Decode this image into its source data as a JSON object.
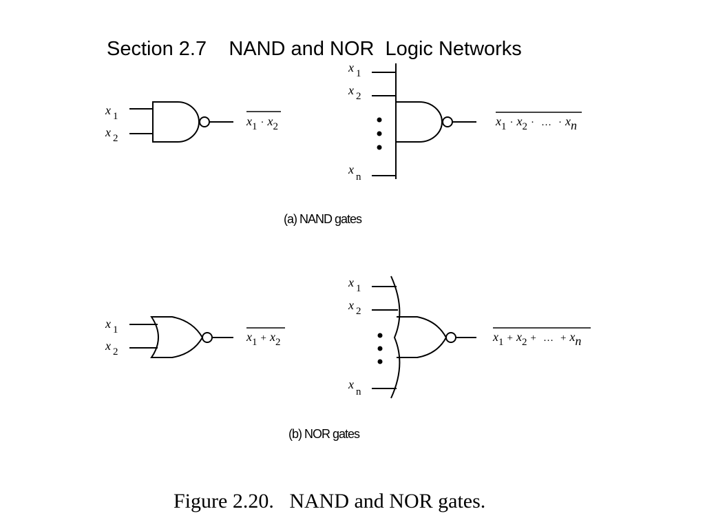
{
  "title": "Section 2.7    NAND and NOR  Logic Networks",
  "caption": "Figure 2.20.   NAND and NOR gates.",
  "nand": {
    "subcaption": "(a) NAND gates",
    "two_input": {
      "inputs": [
        {
          "v": "x",
          "i": "1"
        },
        {
          "v": "x",
          "i": "2"
        }
      ],
      "output": [
        {
          "t": "v",
          "s": "x"
        },
        {
          "t": "i",
          "s": "1"
        },
        {
          "t": "o",
          "s": "·"
        },
        {
          "t": "v",
          "s": "x"
        },
        {
          "t": "i",
          "s": "2"
        }
      ]
    },
    "n_input": {
      "inputs": [
        {
          "v": "x",
          "i": "1"
        },
        {
          "v": "x",
          "i": "2"
        },
        {
          "v": "x",
          "i": "n"
        }
      ],
      "output": [
        {
          "t": "v",
          "s": "x"
        },
        {
          "t": "i",
          "s": "1"
        },
        {
          "t": "o",
          "s": "·"
        },
        {
          "t": "v",
          "s": "x"
        },
        {
          "t": "i",
          "s": "2"
        },
        {
          "t": "o",
          "s": "·"
        },
        {
          "t": "o",
          "s": "…"
        },
        {
          "t": "o",
          "s": "·"
        },
        {
          "t": "v",
          "s": "x"
        },
        {
          "t": "n",
          "s": "n"
        }
      ]
    }
  },
  "nor": {
    "subcaption": "(b) NOR gates",
    "two_input": {
      "inputs": [
        {
          "v": "x",
          "i": "1"
        },
        {
          "v": "x",
          "i": "2"
        }
      ],
      "output": [
        {
          "t": "v",
          "s": "x"
        },
        {
          "t": "i",
          "s": "1"
        },
        {
          "t": "o",
          "s": "+"
        },
        {
          "t": "v",
          "s": "x"
        },
        {
          "t": "i",
          "s": "2"
        }
      ]
    },
    "n_input": {
      "inputs": [
        {
          "v": "x",
          "i": "1"
        },
        {
          "v": "x",
          "i": "2"
        },
        {
          "v": "x",
          "i": "n"
        }
      ],
      "output": [
        {
          "t": "v",
          "s": "x"
        },
        {
          "t": "i",
          "s": "1"
        },
        {
          "t": "o",
          "s": "+"
        },
        {
          "t": "v",
          "s": "x"
        },
        {
          "t": "i",
          "s": "2"
        },
        {
          "t": "o",
          "s": "+"
        },
        {
          "t": "o",
          "s": "…"
        },
        {
          "t": "o",
          "s": "+"
        },
        {
          "t": "v",
          "s": "x"
        },
        {
          "t": "n",
          "s": "n"
        }
      ]
    }
  }
}
